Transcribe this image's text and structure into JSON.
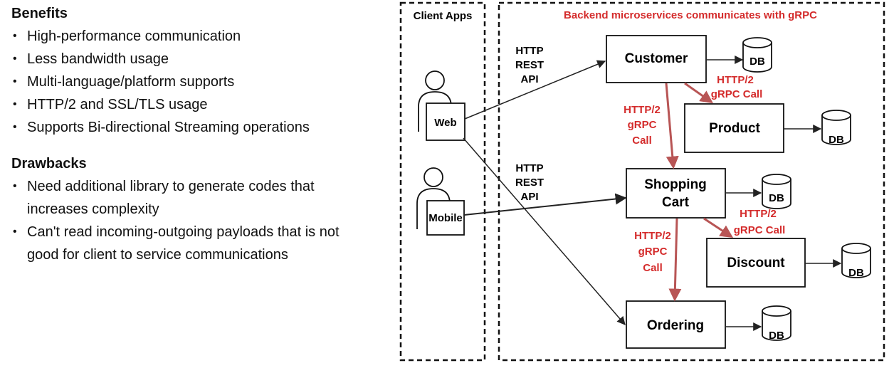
{
  "benefits": {
    "title": "Benefits",
    "items": [
      "High-performance communication",
      "Less bandwidth usage",
      "Multi-language/platform supports",
      "HTTP/2 and SSL/TLS usage",
      "Supports Bi-directional Streaming operations"
    ]
  },
  "drawbacks": {
    "title": "Drawbacks",
    "items": [
      "Need additional library to generate codes that increases complexity",
      "Can't read incoming-outgoing payloads that is not good for client to service communications"
    ]
  },
  "diagram": {
    "client_apps_title": "Client Apps",
    "backend_title": "Backend microservices communicates with gRPC",
    "clients": {
      "web": "Web",
      "mobile": "Mobile"
    },
    "rest_label": {
      "line1": "HTTP",
      "line2": "REST",
      "line3": "API"
    },
    "services": {
      "customer": "Customer",
      "product": "Product",
      "shopping_line1": "Shopping",
      "shopping_line2": "Cart",
      "discount": "Discount",
      "ordering": "Ordering"
    },
    "db_label": "DB",
    "grpc_inline": {
      "line1": "HTTP/2",
      "line2": "gRPC Call"
    },
    "grpc_stacked": {
      "line1": "HTTP/2",
      "line2": "gRPC",
      "line3": "Call"
    },
    "colors": {
      "grpc": "#d42b2b",
      "grpc_arrow": "#b85555",
      "line": "#222222"
    }
  }
}
